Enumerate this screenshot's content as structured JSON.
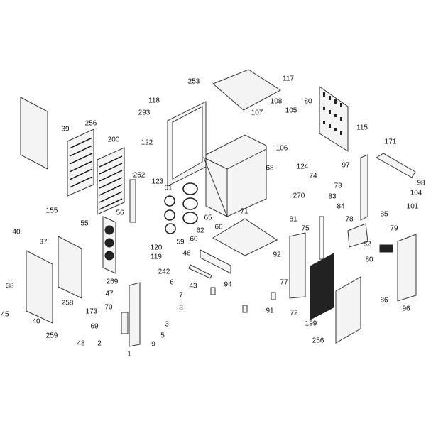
{
  "diagram": {
    "type": "exploded-parts-diagram",
    "colors": {
      "line": "#222222",
      "fill": "#f4f4f4",
      "background": "#ffffff"
    },
    "part_labels": [
      "117",
      "253",
      "118",
      "293",
      "122",
      "107",
      "108",
      "105",
      "80",
      "106",
      "115",
      "39",
      "256",
      "200",
      "171",
      "97",
      "68",
      "124",
      "74",
      "73",
      "270",
      "83",
      "84",
      "81",
      "98",
      "104",
      "101",
      "252",
      "123",
      "61",
      "65",
      "71",
      "155",
      "56",
      "55",
      "62",
      "60",
      "59",
      "66",
      "78",
      "75",
      "85",
      "79",
      "92",
      "82",
      "80",
      "40",
      "37",
      "120",
      "119",
      "46",
      "242",
      "38",
      "269",
      "47",
      "6",
      "7",
      "43",
      "94",
      "77",
      "173",
      "258",
      "70",
      "8",
      "3",
      "91",
      "72",
      "45",
      "40",
      "69",
      "5",
      "199",
      "86",
      "96",
      "259",
      "48",
      "2",
      "9",
      "1",
      "256"
    ]
  }
}
